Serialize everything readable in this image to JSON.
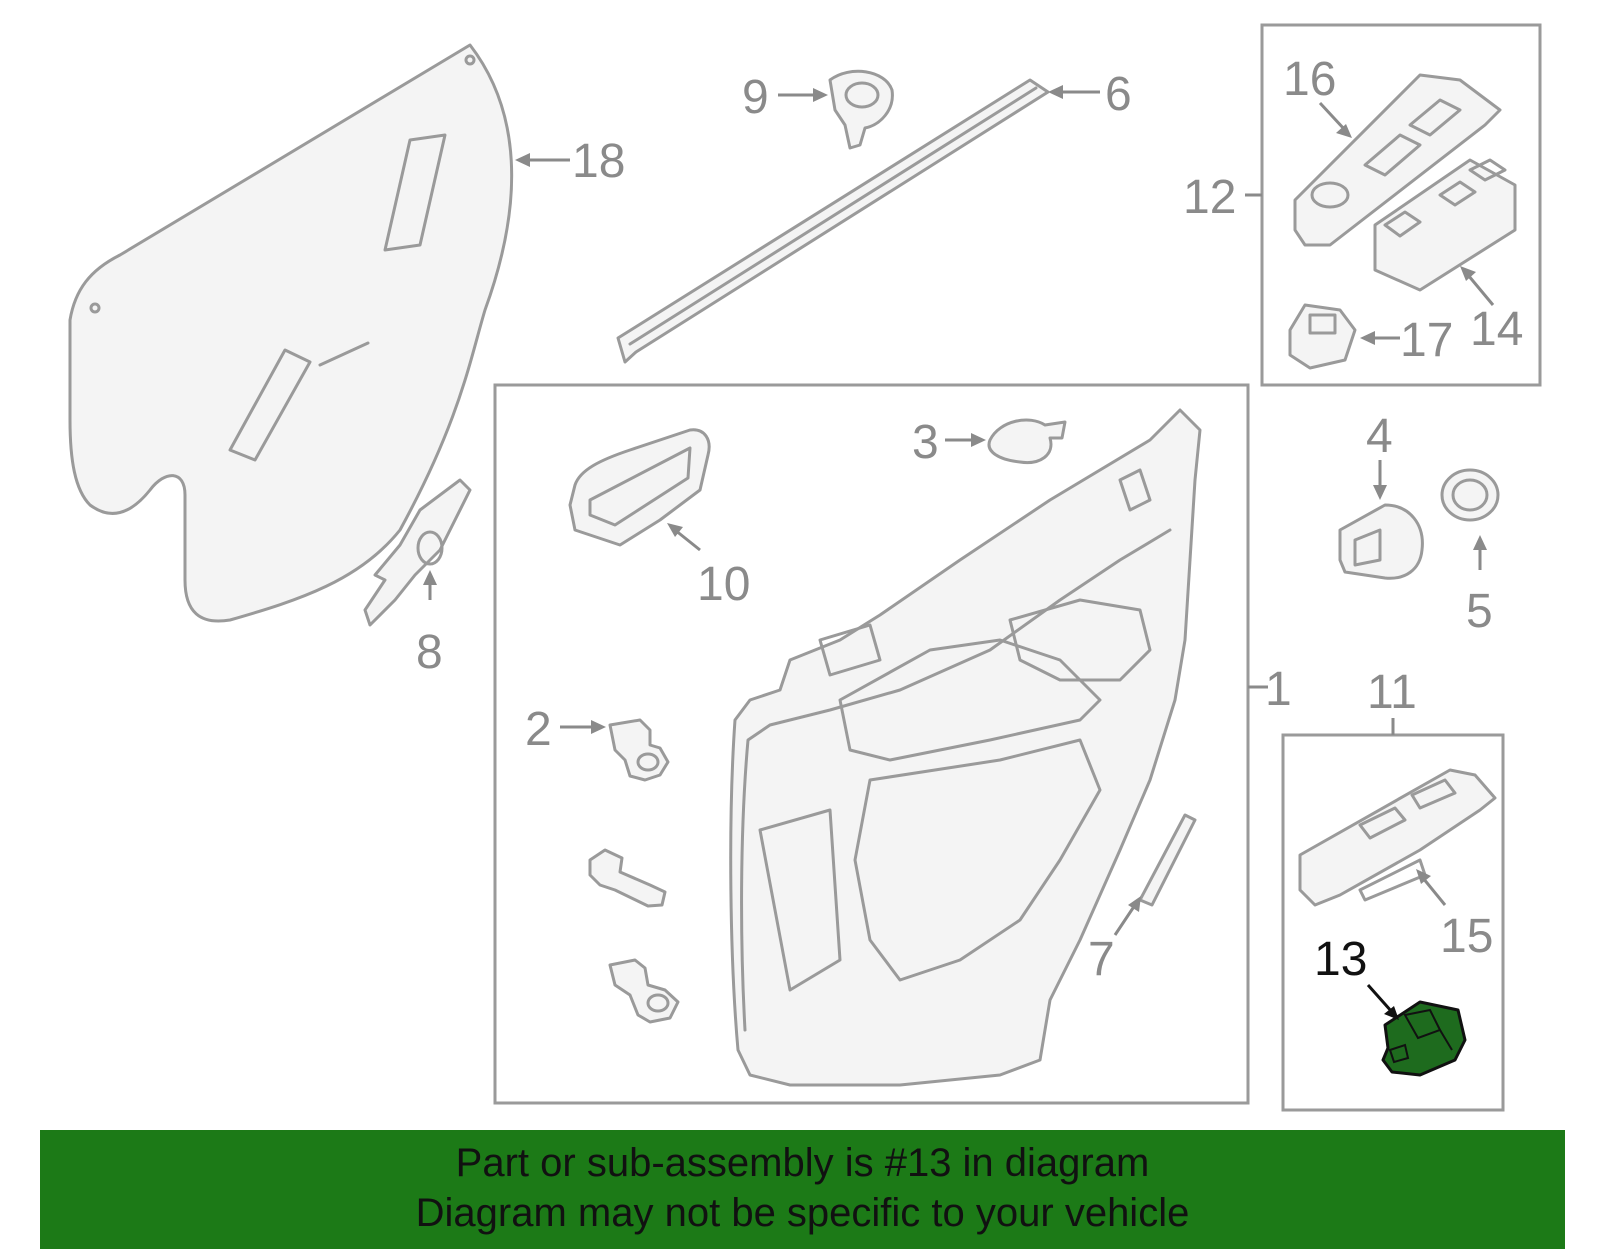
{
  "callouts": {
    "c1": "1",
    "c2": "2",
    "c3": "3",
    "c4": "4",
    "c5": "5",
    "c6": "6",
    "c7": "7",
    "c8": "8",
    "c9": "9",
    "c10": "10",
    "c11": "11",
    "c12": "12",
    "c13": "13",
    "c14": "14",
    "c15": "15",
    "c16": "16",
    "c17": "17",
    "c18": "18"
  },
  "highlighted_part": "13",
  "colors": {
    "highlight_fill": "#1e6b1e",
    "banner_background": "#1c7a17",
    "line_art": "#9a9a9a"
  },
  "footer": {
    "line1": "Part or sub-assembly is #13 in diagram",
    "line2": "Diagram may not be specific to your vehicle"
  }
}
